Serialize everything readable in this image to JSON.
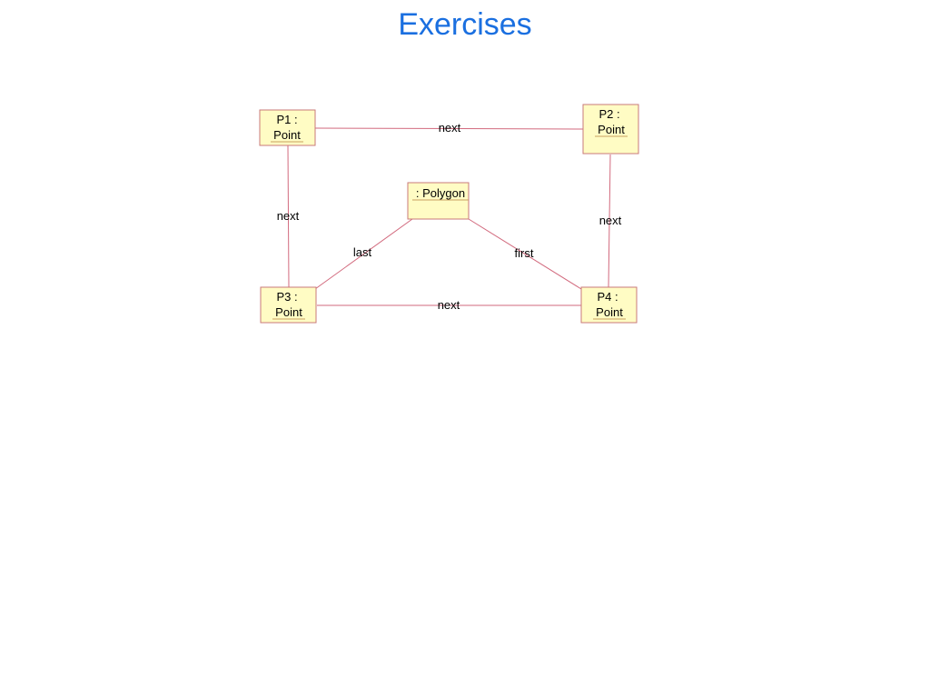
{
  "title": "Exercises",
  "diagram": {
    "objects": {
      "p1": {
        "line1": "P1 :",
        "line2": "Point"
      },
      "p2": {
        "line1": "P2 :",
        "line2": "Point"
      },
      "p3": {
        "line1": "P3 :",
        "line2": "Point"
      },
      "p4": {
        "line1": "P4 :",
        "line2": "Point"
      },
      "polygon": {
        "line1": ": Polygon"
      }
    },
    "links": {
      "p1_p2": "next",
      "p1_p3": "next",
      "p2_p4": "next",
      "p3_p4": "next",
      "polygon_p3": "last",
      "polygon_p4": "first"
    },
    "colors": {
      "title": "#1a6fe0",
      "object_fill": "#fffcc4",
      "object_border": "#c97a7a",
      "link": "#d26a7e"
    }
  }
}
